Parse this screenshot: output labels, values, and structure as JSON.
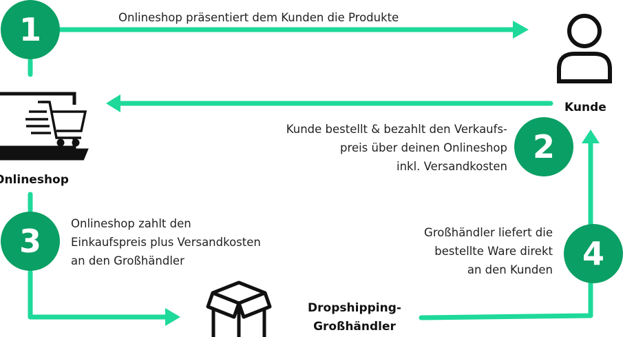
{
  "colors": {
    "line": "#1ed999",
    "circle": "#0a9f64"
  },
  "steps": [
    {
      "number": "1",
      "text": [
        "Onlineshop präsentiert dem Kunden die Produkte"
      ]
    },
    {
      "number": "2",
      "text": [
        "Kunde bestellt & bezahlt den Verkaufs-",
        "preis über deinen Onlineshop",
        "inkl.  Versandkosten"
      ]
    },
    {
      "number": "3",
      "text": [
        "Onlineshop zahlt den",
        "Einkaufspreis plus Versandkosten",
        "an den Großhändler"
      ]
    },
    {
      "number": "4",
      "text": [
        "Großhändler liefert die",
        "bestellte Ware direkt",
        "an den Kunden"
      ]
    }
  ],
  "nodes": {
    "shop": "Onlineshop",
    "customer": "Kunde",
    "wholesaler": [
      "Dropshipping-",
      "Großhändler"
    ]
  },
  "icons": {
    "shop": "laptop-cart-icon",
    "customer": "person-icon",
    "wholesaler": "box-icon"
  }
}
